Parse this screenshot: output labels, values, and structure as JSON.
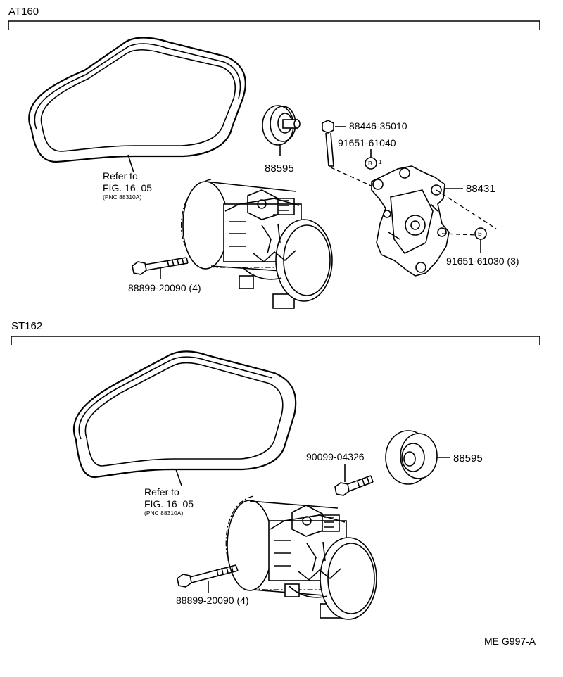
{
  "sections": [
    {
      "title": "AT160",
      "belt_ref": {
        "line1": "Refer to",
        "line2": "FIG. 16–05",
        "line3": "(PNC 88310A)"
      },
      "parts": {
        "idler_pulley": "88595",
        "stud_bolt": "88446-35010",
        "nut_b1": "91651-61040",
        "bracket": "88431",
        "nut_b2": "91651-61030 (3)",
        "compressor_bolt": "88899-20090 (4)"
      },
      "callout_b": "B",
      "callout_sub": "1"
    },
    {
      "title": "ST162",
      "belt_ref": {
        "line1": "Refer to",
        "line2": "FIG. 16–05",
        "line3": "(PNC 88310A)"
      },
      "parts": {
        "idler_pulley": "88595",
        "pulley_bolt": "90099-04326",
        "compressor_bolt": "88899-20090 (4)"
      }
    }
  ],
  "figure_code": "ME G997-A"
}
